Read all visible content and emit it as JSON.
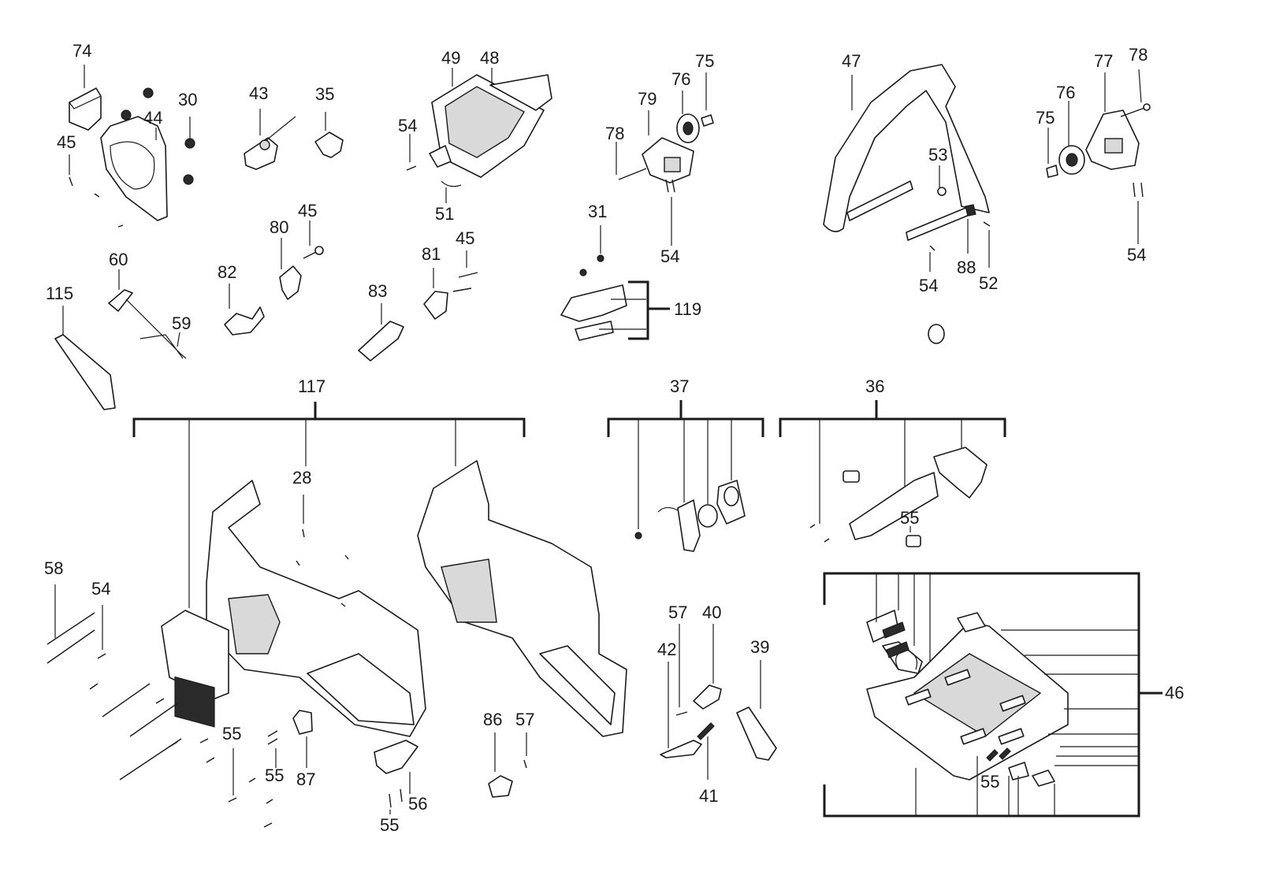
{
  "callouts": [
    {
      "id": "c74",
      "text": "74"
    },
    {
      "id": "c30",
      "text": "30"
    },
    {
      "id": "c44",
      "text": "44"
    },
    {
      "id": "c45a",
      "text": "45"
    },
    {
      "id": "c43",
      "text": "43"
    },
    {
      "id": "c35",
      "text": "35"
    },
    {
      "id": "c49",
      "text": "49"
    },
    {
      "id": "c48",
      "text": "48"
    },
    {
      "id": "c54a",
      "text": "54"
    },
    {
      "id": "c51",
      "text": "51"
    },
    {
      "id": "c79",
      "text": "79"
    },
    {
      "id": "c76a",
      "text": "76"
    },
    {
      "id": "c75a",
      "text": "75"
    },
    {
      "id": "c78a",
      "text": "78"
    },
    {
      "id": "c31",
      "text": "31"
    },
    {
      "id": "c54b",
      "text": "54"
    },
    {
      "id": "c119",
      "text": "119"
    },
    {
      "id": "c47",
      "text": "47"
    },
    {
      "id": "c53",
      "text": "53"
    },
    {
      "id": "c54c",
      "text": "54"
    },
    {
      "id": "c88",
      "text": "88"
    },
    {
      "id": "c52",
      "text": "52"
    },
    {
      "id": "c77",
      "text": "77"
    },
    {
      "id": "c78b",
      "text": "78"
    },
    {
      "id": "c76b",
      "text": "76"
    },
    {
      "id": "c75b",
      "text": "75"
    },
    {
      "id": "c54d",
      "text": "54"
    },
    {
      "id": "c45b",
      "text": "45"
    },
    {
      "id": "c80",
      "text": "80"
    },
    {
      "id": "c82",
      "text": "82"
    },
    {
      "id": "c60",
      "text": "60"
    },
    {
      "id": "c115",
      "text": "115"
    },
    {
      "id": "c59",
      "text": "59"
    },
    {
      "id": "c83",
      "text": "83"
    },
    {
      "id": "c81",
      "text": "81"
    },
    {
      "id": "c45c",
      "text": "45"
    },
    {
      "id": "c117",
      "text": "117"
    },
    {
      "id": "c28",
      "text": "28"
    },
    {
      "id": "c37",
      "text": "37"
    },
    {
      "id": "c36",
      "text": "36"
    },
    {
      "id": "c55a",
      "text": "55"
    },
    {
      "id": "c58",
      "text": "58"
    },
    {
      "id": "c54e",
      "text": "54"
    },
    {
      "id": "c55b",
      "text": "55"
    },
    {
      "id": "c55c",
      "text": "55"
    },
    {
      "id": "c87",
      "text": "87"
    },
    {
      "id": "c56",
      "text": "56"
    },
    {
      "id": "c55d",
      "text": "55"
    },
    {
      "id": "c86",
      "text": "86"
    },
    {
      "id": "c57a",
      "text": "57"
    },
    {
      "id": "c57b",
      "text": "57"
    },
    {
      "id": "c40",
      "text": "40"
    },
    {
      "id": "c42",
      "text": "42"
    },
    {
      "id": "c41",
      "text": "41"
    },
    {
      "id": "c39",
      "text": "39"
    },
    {
      "id": "c46",
      "text": "46"
    },
    {
      "id": "c55e",
      "text": "55"
    }
  ]
}
